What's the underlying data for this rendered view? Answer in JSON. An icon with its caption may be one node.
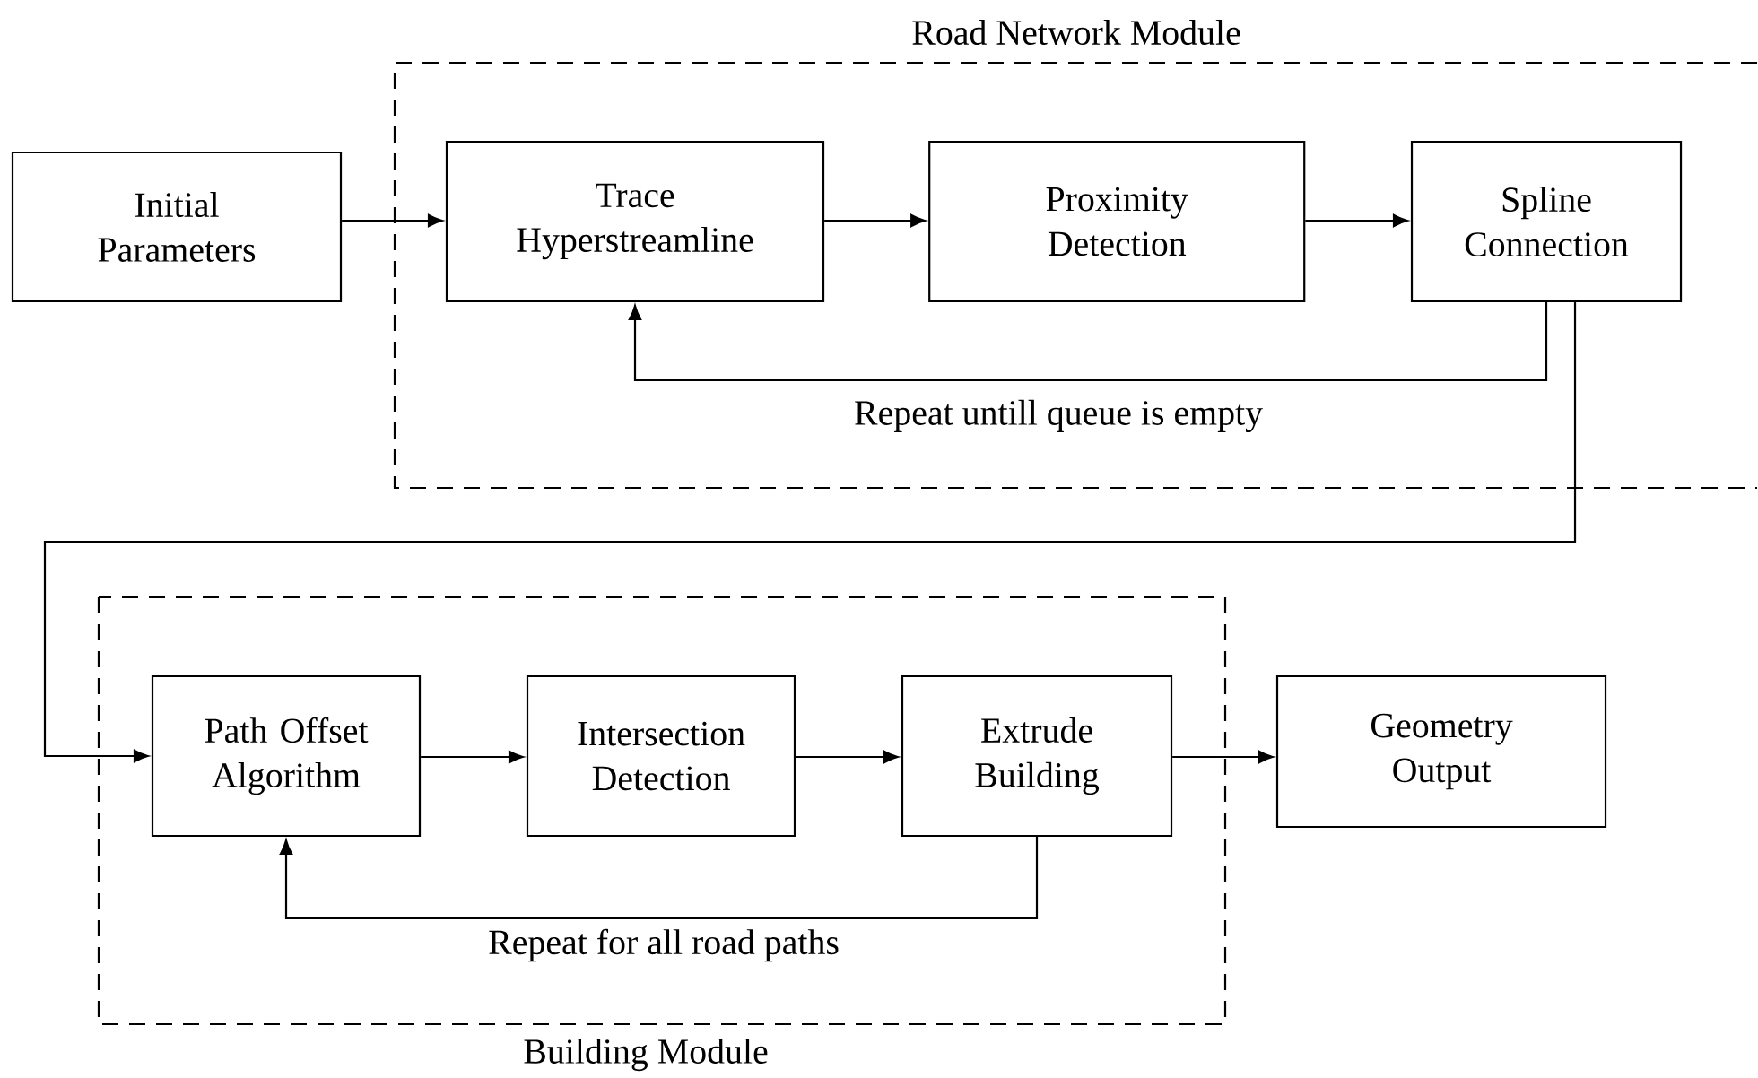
{
  "diagram": {
    "nodes": [
      {
        "text": [
          "Initial Parameters"
        ]
      },
      {
        "text": [
          "Road Network Module"
        ]
      },
      {
        "text": [
          "Trace Hyperstreamline"
        ],
        "in": 1
      },
      {
        "text": [
          "Proximity Detection"
        ],
        "in": 1
      },
      {
        "text": [
          "Spline Connection"
        ],
        "in": 1
      },
      {
        "text": [
          "Building Module"
        ]
      },
      {
        "text": [
          "Path Offset Algorithm"
        ],
        "in": 5
      },
      {
        "text": [
          "Intersection Detection"
        ],
        "in": 5
      },
      {
        "text": [
          "Extrude Building"
        ],
        "in": 5
      },
      {
        "text": [
          "Geometry Output"
        ]
      }
    ],
    "edges": [
      {
        "from": 0,
        "to": 2,
        "arrow": "to"
      },
      {
        "from": 2,
        "to": 3,
        "arrow": "to"
      },
      {
        "from": 3,
        "to": 4,
        "arrow": "to"
      },
      {
        "from": 4,
        "to": 2,
        "arrow": "to",
        "label": "Repeat untill queue is empty"
      },
      {
        "from": 4,
        "to": 6,
        "arrow": "to"
      },
      {
        "from": 6,
        "to": 7,
        "arrow": "to"
      },
      {
        "from": 7,
        "to": 8,
        "arrow": "to"
      },
      {
        "from": 8,
        "to": 6,
        "arrow": "to",
        "label": "Repeat for all road paths"
      },
      {
        "from": 8,
        "to": 9,
        "arrow": "to"
      }
    ]
  }
}
